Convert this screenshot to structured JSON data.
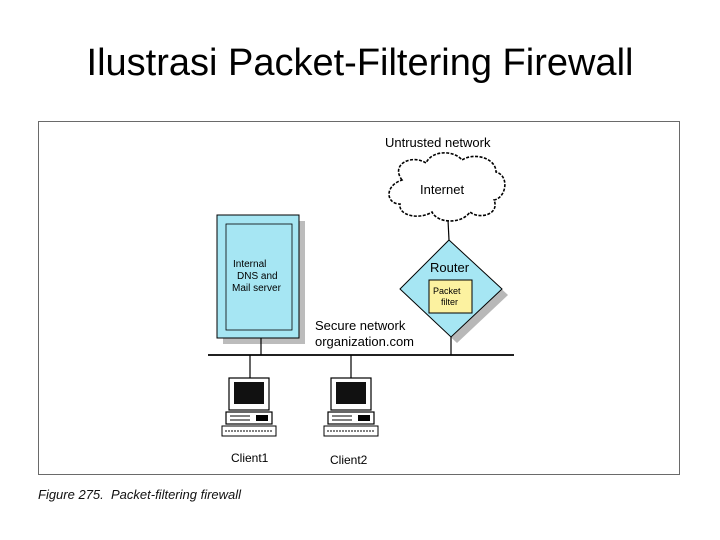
{
  "slide": {
    "title": "Ilustrasi Packet-Filtering Firewall"
  },
  "diagram": {
    "untrusted_label": "Untrusted network",
    "internet_label": "Internet",
    "server_label_lines": [
      "Internal",
      "DNS and",
      "Mail server"
    ],
    "router_label": "Router",
    "packet_filter_lines": [
      "Packet",
      "filter"
    ],
    "secure_network_lines": [
      "Secure network",
      "organization.com"
    ],
    "clients": [
      "Client1",
      "Client2"
    ],
    "colors": {
      "device_fill": "#a6e6f3",
      "packet_filter_fill": "#fcf2a0",
      "shadow": "#b8b8b8"
    }
  },
  "caption": {
    "figure_number": "Figure 275.",
    "figure_title": "Packet-filtering firewall"
  }
}
